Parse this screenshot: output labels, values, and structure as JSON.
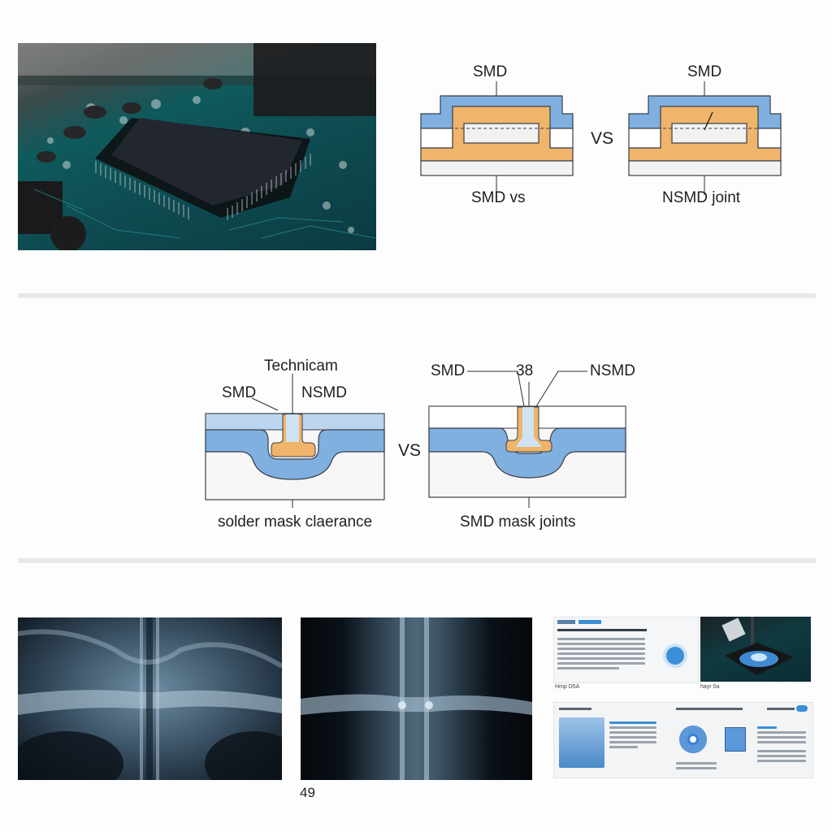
{
  "top_photo": {
    "subject": "QFP chip on PCB",
    "icon": "pcb-chip-photo"
  },
  "top_diagram": {
    "left": {
      "title": "SMD",
      "caption": "SMD vs"
    },
    "vs_label": "VS",
    "right": {
      "title": "SMD",
      "caption": "NSMD joint"
    }
  },
  "middle_diagram": {
    "left": {
      "top_label": "Technicam",
      "label_left": "SMD",
      "label_right": "NSMD",
      "caption": "solder mask claerance"
    },
    "vs_label": "VS",
    "right": {
      "label_left": "SMD",
      "label_center": "38",
      "label_right": "NSMD",
      "caption": "SMD mask joints"
    }
  },
  "bottom": {
    "xray_left": {
      "subject": "x-ray solder joint"
    },
    "xray_right": {
      "subject": "x-ray solder joint",
      "caption": "49"
    },
    "doc_card_top": {
      "caption_left": "Hmp D5A",
      "caption_right": "hayr 0a"
    },
    "doc_card_bottom": {
      "badge_color": "#3b8fd9"
    }
  },
  "colors": {
    "mask_blue": "#7fb0e0",
    "copper_orange": "#f0b46a",
    "outline": "#3a3f4a",
    "divider": "#e8e8e8"
  }
}
